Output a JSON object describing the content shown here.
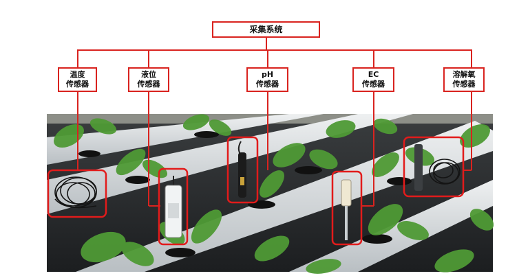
{
  "root": {
    "label": "采集系统"
  },
  "sensors": [
    {
      "line1": "温度",
      "line2": "传感器"
    },
    {
      "line1": "液位",
      "line2": "传感器"
    },
    {
      "line1": "pH",
      "line2": "传感器"
    },
    {
      "line1": "EC",
      "line2": "传感器"
    },
    {
      "line1": "溶解氧",
      "line2": "传感器"
    }
  ],
  "colors": {
    "frame": "#d9231f",
    "pipe": "#d7dcde",
    "leaf": "#4f9a35"
  }
}
